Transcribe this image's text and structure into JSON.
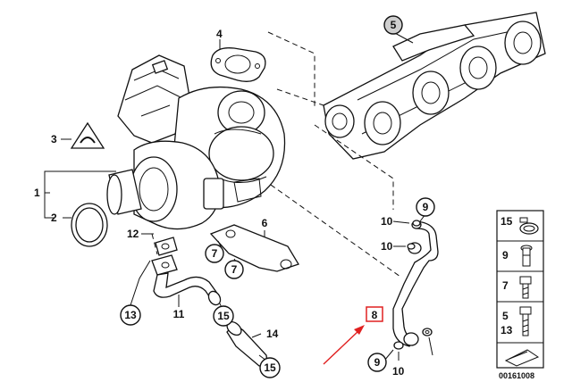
{
  "callouts": {
    "c1": "1",
    "c2": "2",
    "c3": "3",
    "c4": "4",
    "c5": "5",
    "c6": "6",
    "c7a": "7",
    "c7b": "7",
    "c8": "8",
    "c9a": "9",
    "c9b": "9",
    "c10a": "10",
    "c10b": "10",
    "c10c": "10",
    "c11": "11",
    "c12": "12",
    "c13": "13",
    "c14": "14",
    "c15a": "15",
    "c15b": "15"
  },
  "legend": {
    "items": [
      "15",
      "9",
      "7",
      "5",
      "13"
    ]
  },
  "highlight_color": "#e02020",
  "diagram_id": "00161008"
}
